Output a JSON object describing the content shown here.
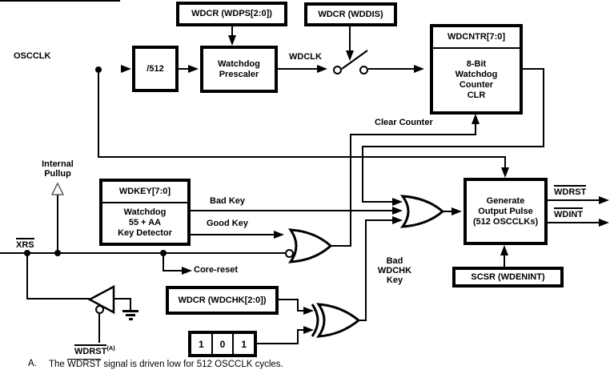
{
  "labels": {
    "oscclk": "OSCCLK",
    "wdclk": "WDCLK",
    "clear_counter": "Clear Counter",
    "internal_pullup": [
      "Internal",
      "Pullup"
    ],
    "bad_key": "Bad Key",
    "good_key": "Good Key",
    "xrs": "XRS",
    "core_reset": "Core-reset",
    "bad_wdchk": [
      "Bad",
      "WDCHK",
      "Key"
    ],
    "wdrst_out": "WDRST",
    "wdint_out": "WDINT",
    "wdrst_drive": "WDRST",
    "wdrst_drive_sup": "(A)"
  },
  "blocks": {
    "divider": "/512",
    "prescaler": [
      "Watchdog",
      "Prescaler"
    ],
    "wdps_reg": "WDCR (WDPS[2:0])",
    "wddis_reg": "WDCR (WDDIS)",
    "counter_title": "WDCNTR[7:0]",
    "counter_body": [
      "8-Bit",
      "Watchdog",
      "Counter",
      "CLR"
    ],
    "wdkey_title": "WDKEY[7:0]",
    "wdkey_body": [
      "Watchdog",
      "55 + AA",
      "Key Detector"
    ],
    "generate": [
      "Generate",
      "Output Pulse",
      "(512 OSCCLKs)"
    ],
    "scsr_reg": "SCSR (WDENINT)",
    "wdchk_reg": "WDCR (WDCHK[2:0])",
    "key_bits": [
      "1",
      "0",
      "1"
    ]
  },
  "footnote": {
    "marker": "A.",
    "pre": "The",
    "overline": "WDRST",
    "post": "signal is driven low for 512 OSCCLK cycles."
  },
  "colors": {
    "ink": "#000000",
    "paper": "#ffffff"
  }
}
